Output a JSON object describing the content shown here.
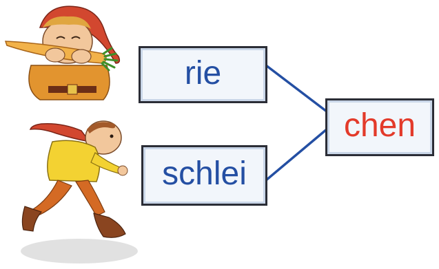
{
  "syllables": {
    "first": "rie",
    "second": "schlei",
    "ending": "chen"
  },
  "colors": {
    "syllable_text": "#244fa3",
    "ending_text": "#e33a2a",
    "connector": "#244fa3",
    "box_fill": "#f2f6fb"
  },
  "illustrations": {
    "top": "dwarf-smelling-carrot",
    "bottom": "dwarf-sneaking"
  }
}
